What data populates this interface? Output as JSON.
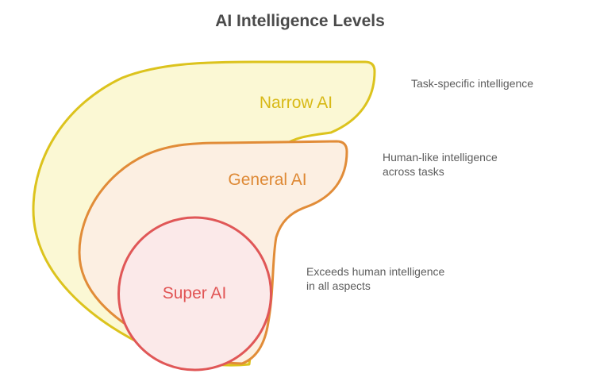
{
  "title": {
    "text": "AI Intelligence Levels",
    "color": "#4a4a4a"
  },
  "annotation_color": "#5c5c5c",
  "levels": [
    {
      "id": "narrow-ai",
      "label": "Narrow AI",
      "label_color": "#d8b917",
      "fill": "#fbf8d4",
      "stroke": "#dcc31d",
      "annotation_line1": "Task-specific intelligence",
      "annotation_line2": ""
    },
    {
      "id": "general-ai",
      "label": "General AI",
      "label_color": "#de8935",
      "fill": "#fcefe2",
      "stroke": "#e18c38",
      "annotation_line1": "Human-like intelligence",
      "annotation_line2": "across tasks"
    },
    {
      "id": "super-ai",
      "label": "Super AI",
      "label_color": "#e15555",
      "fill": "#fbe9e9",
      "stroke": "#e05757",
      "annotation_line1": "Exceeds human intelligence",
      "annotation_line2": "in all aspects"
    }
  ]
}
